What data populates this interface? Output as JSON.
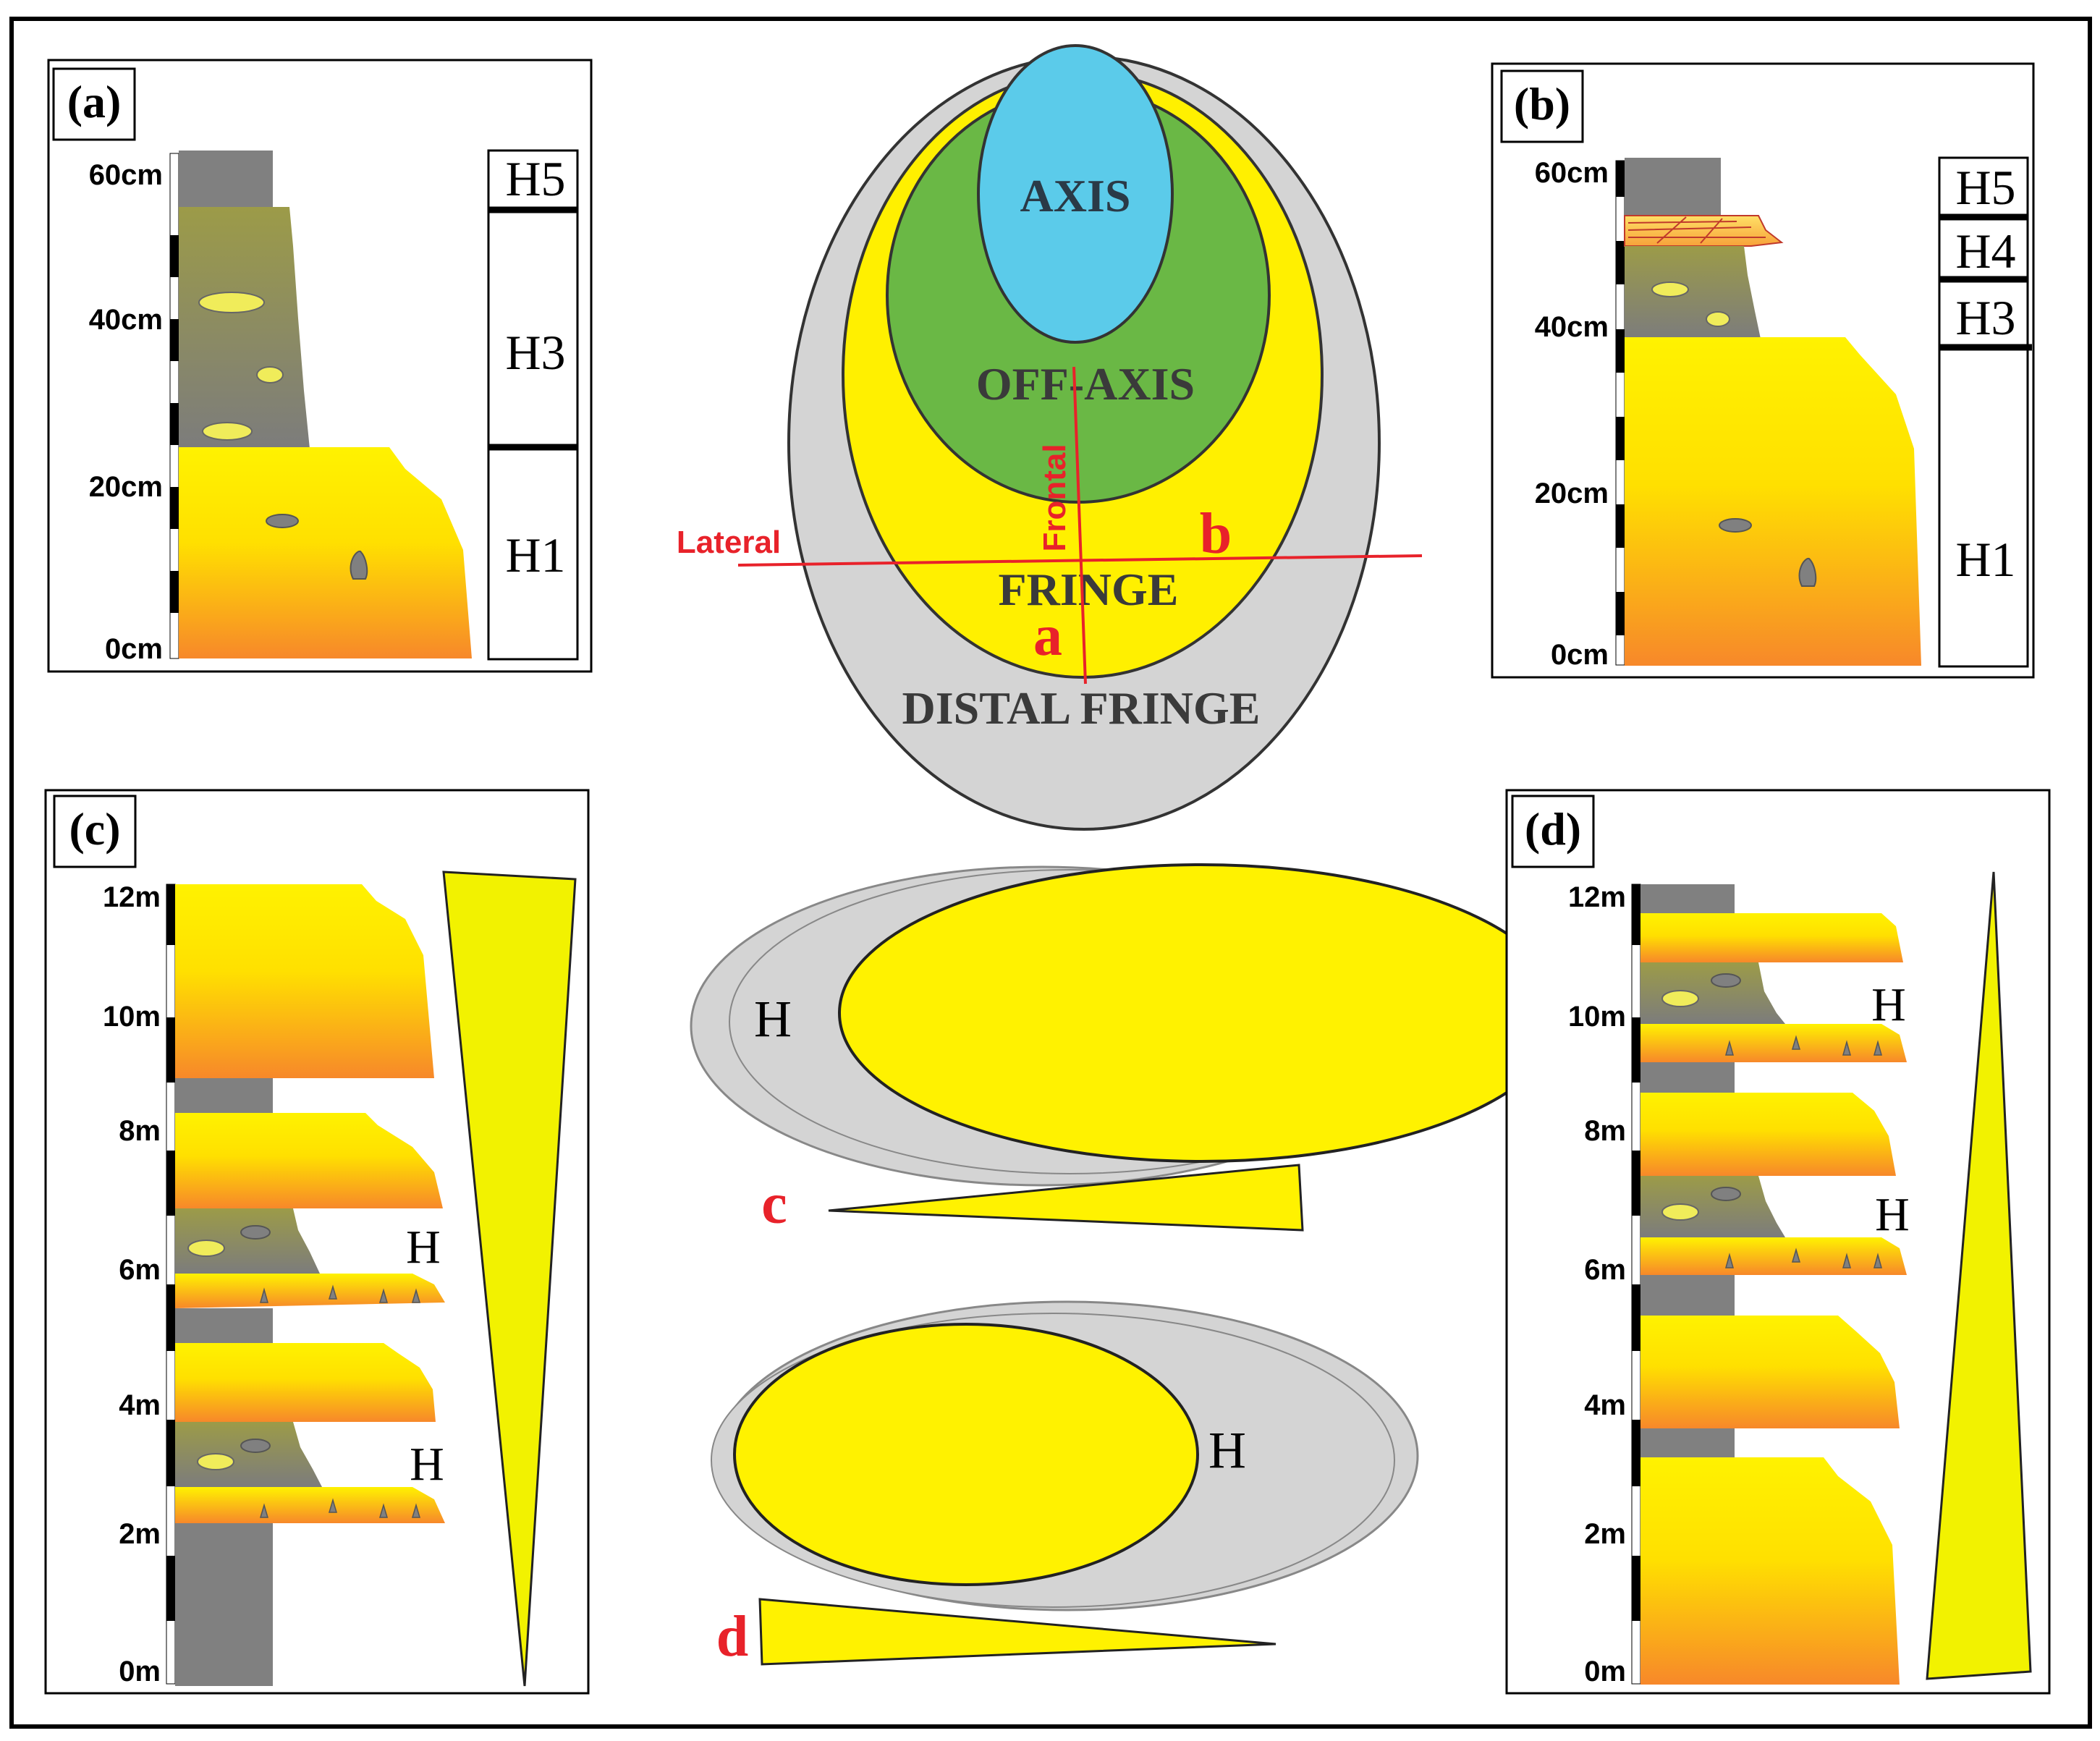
{
  "panels": {
    "a": {
      "label": "(a)",
      "scale": [
        "60cm",
        "40cm",
        "20cm",
        "0cm"
      ],
      "divisions": [
        "H5",
        "H3",
        "H1"
      ]
    },
    "b": {
      "label": "(b)",
      "scale": [
        "60cm",
        "40cm",
        "20cm",
        "0cm"
      ],
      "divisions": [
        "H5",
        "H4",
        "H3",
        "H1"
      ]
    },
    "c": {
      "label": "(c)",
      "scale": [
        "12m",
        "10m",
        "8m",
        "6m",
        "4m",
        "2m",
        "0m"
      ],
      "hybrid_marks": [
        "H",
        "H"
      ]
    },
    "d": {
      "label": "(d)",
      "scale": [
        "12m",
        "10m",
        "8m",
        "6m",
        "4m",
        "2m",
        "0m"
      ],
      "hybrid_marks": [
        "H",
        "H"
      ]
    }
  },
  "lobe": {
    "zones": [
      "AXIS",
      "OFF-AXIS",
      "FRINGE",
      "DISTAL FRINGE"
    ],
    "lines": {
      "lateral": "Lateral",
      "frontal": "Frontal"
    },
    "points": {
      "a": "a",
      "b": "b"
    }
  },
  "stacking": {
    "c": {
      "letter": "c",
      "hybrid": "H"
    },
    "d": {
      "letter": "d",
      "hybrid": "H"
    }
  },
  "colors": {
    "sand_top": "#FFF200",
    "sand_bottom": "#F7882A",
    "mud": "#808080",
    "hybrid_top": "#9A9A48",
    "hybrid_bottom": "#7A7A7A",
    "axis": "#5BCBEA",
    "off_axis": "#6AB845",
    "fringe": "#FFF000",
    "distal_fringe": "#D4D4D4",
    "red": "#E8222A"
  }
}
